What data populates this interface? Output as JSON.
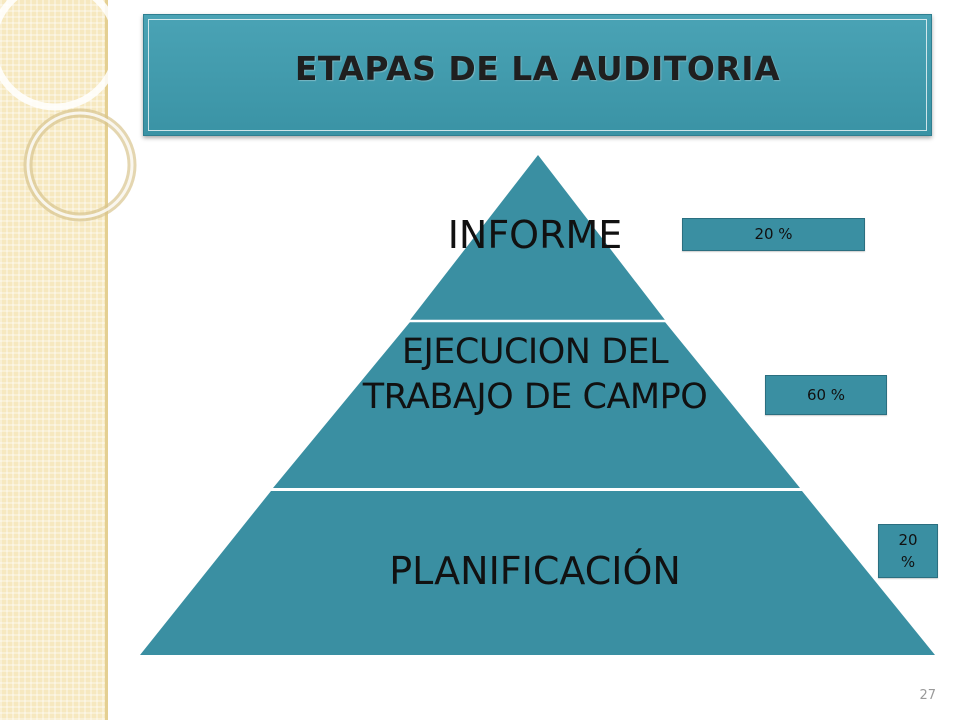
{
  "slide": {
    "title": "ETAPAS DE LA AUDITORIA",
    "page_number": "27"
  },
  "pyramid": {
    "tiers": [
      {
        "label": "INFORME",
        "percent": "20 %"
      },
      {
        "label": "EJECUCION DEL TRABAJO DE CAMPO",
        "percent": "60 %"
      },
      {
        "label": "PLANIFICACIÓN",
        "percent": "20 %"
      }
    ]
  },
  "colors": {
    "accent": "#3a8fa2",
    "title_banner": "#4aa3b5",
    "side_strip": "#f6e8bf",
    "text": "#111111"
  },
  "icons": [
    "decorative-rings"
  ]
}
